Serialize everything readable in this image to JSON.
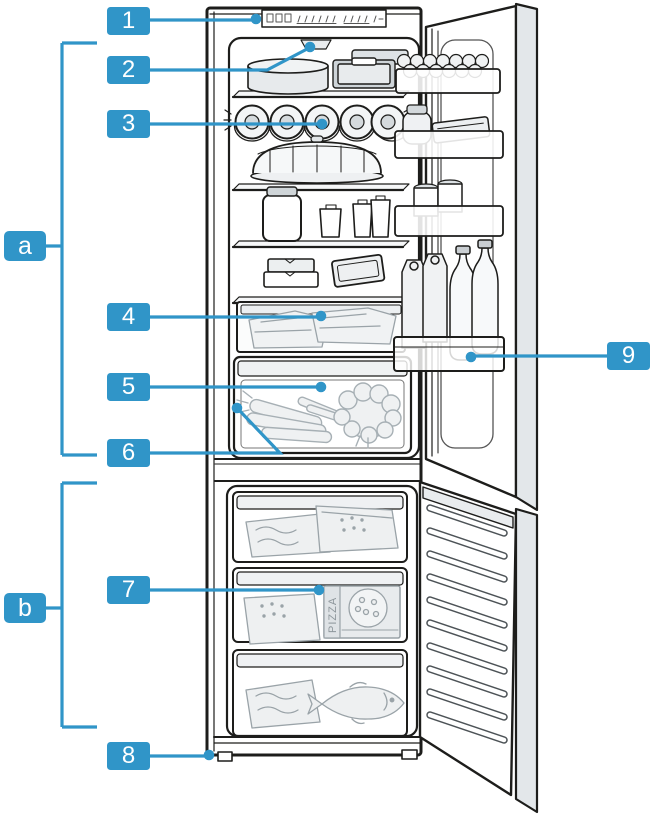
{
  "diagram": {
    "accent_color": "#3095c8",
    "line_color": "#1d1d1b",
    "pizza_box_text": "PIZZA",
    "callouts": [
      {
        "label": "1"
      },
      {
        "label": "2"
      },
      {
        "label": "3"
      },
      {
        "label": "4"
      },
      {
        "label": "5"
      },
      {
        "label": "6"
      },
      {
        "label": "7"
      },
      {
        "label": "8"
      },
      {
        "label": "9"
      },
      {
        "label": "a"
      },
      {
        "label": "b"
      }
    ]
  }
}
